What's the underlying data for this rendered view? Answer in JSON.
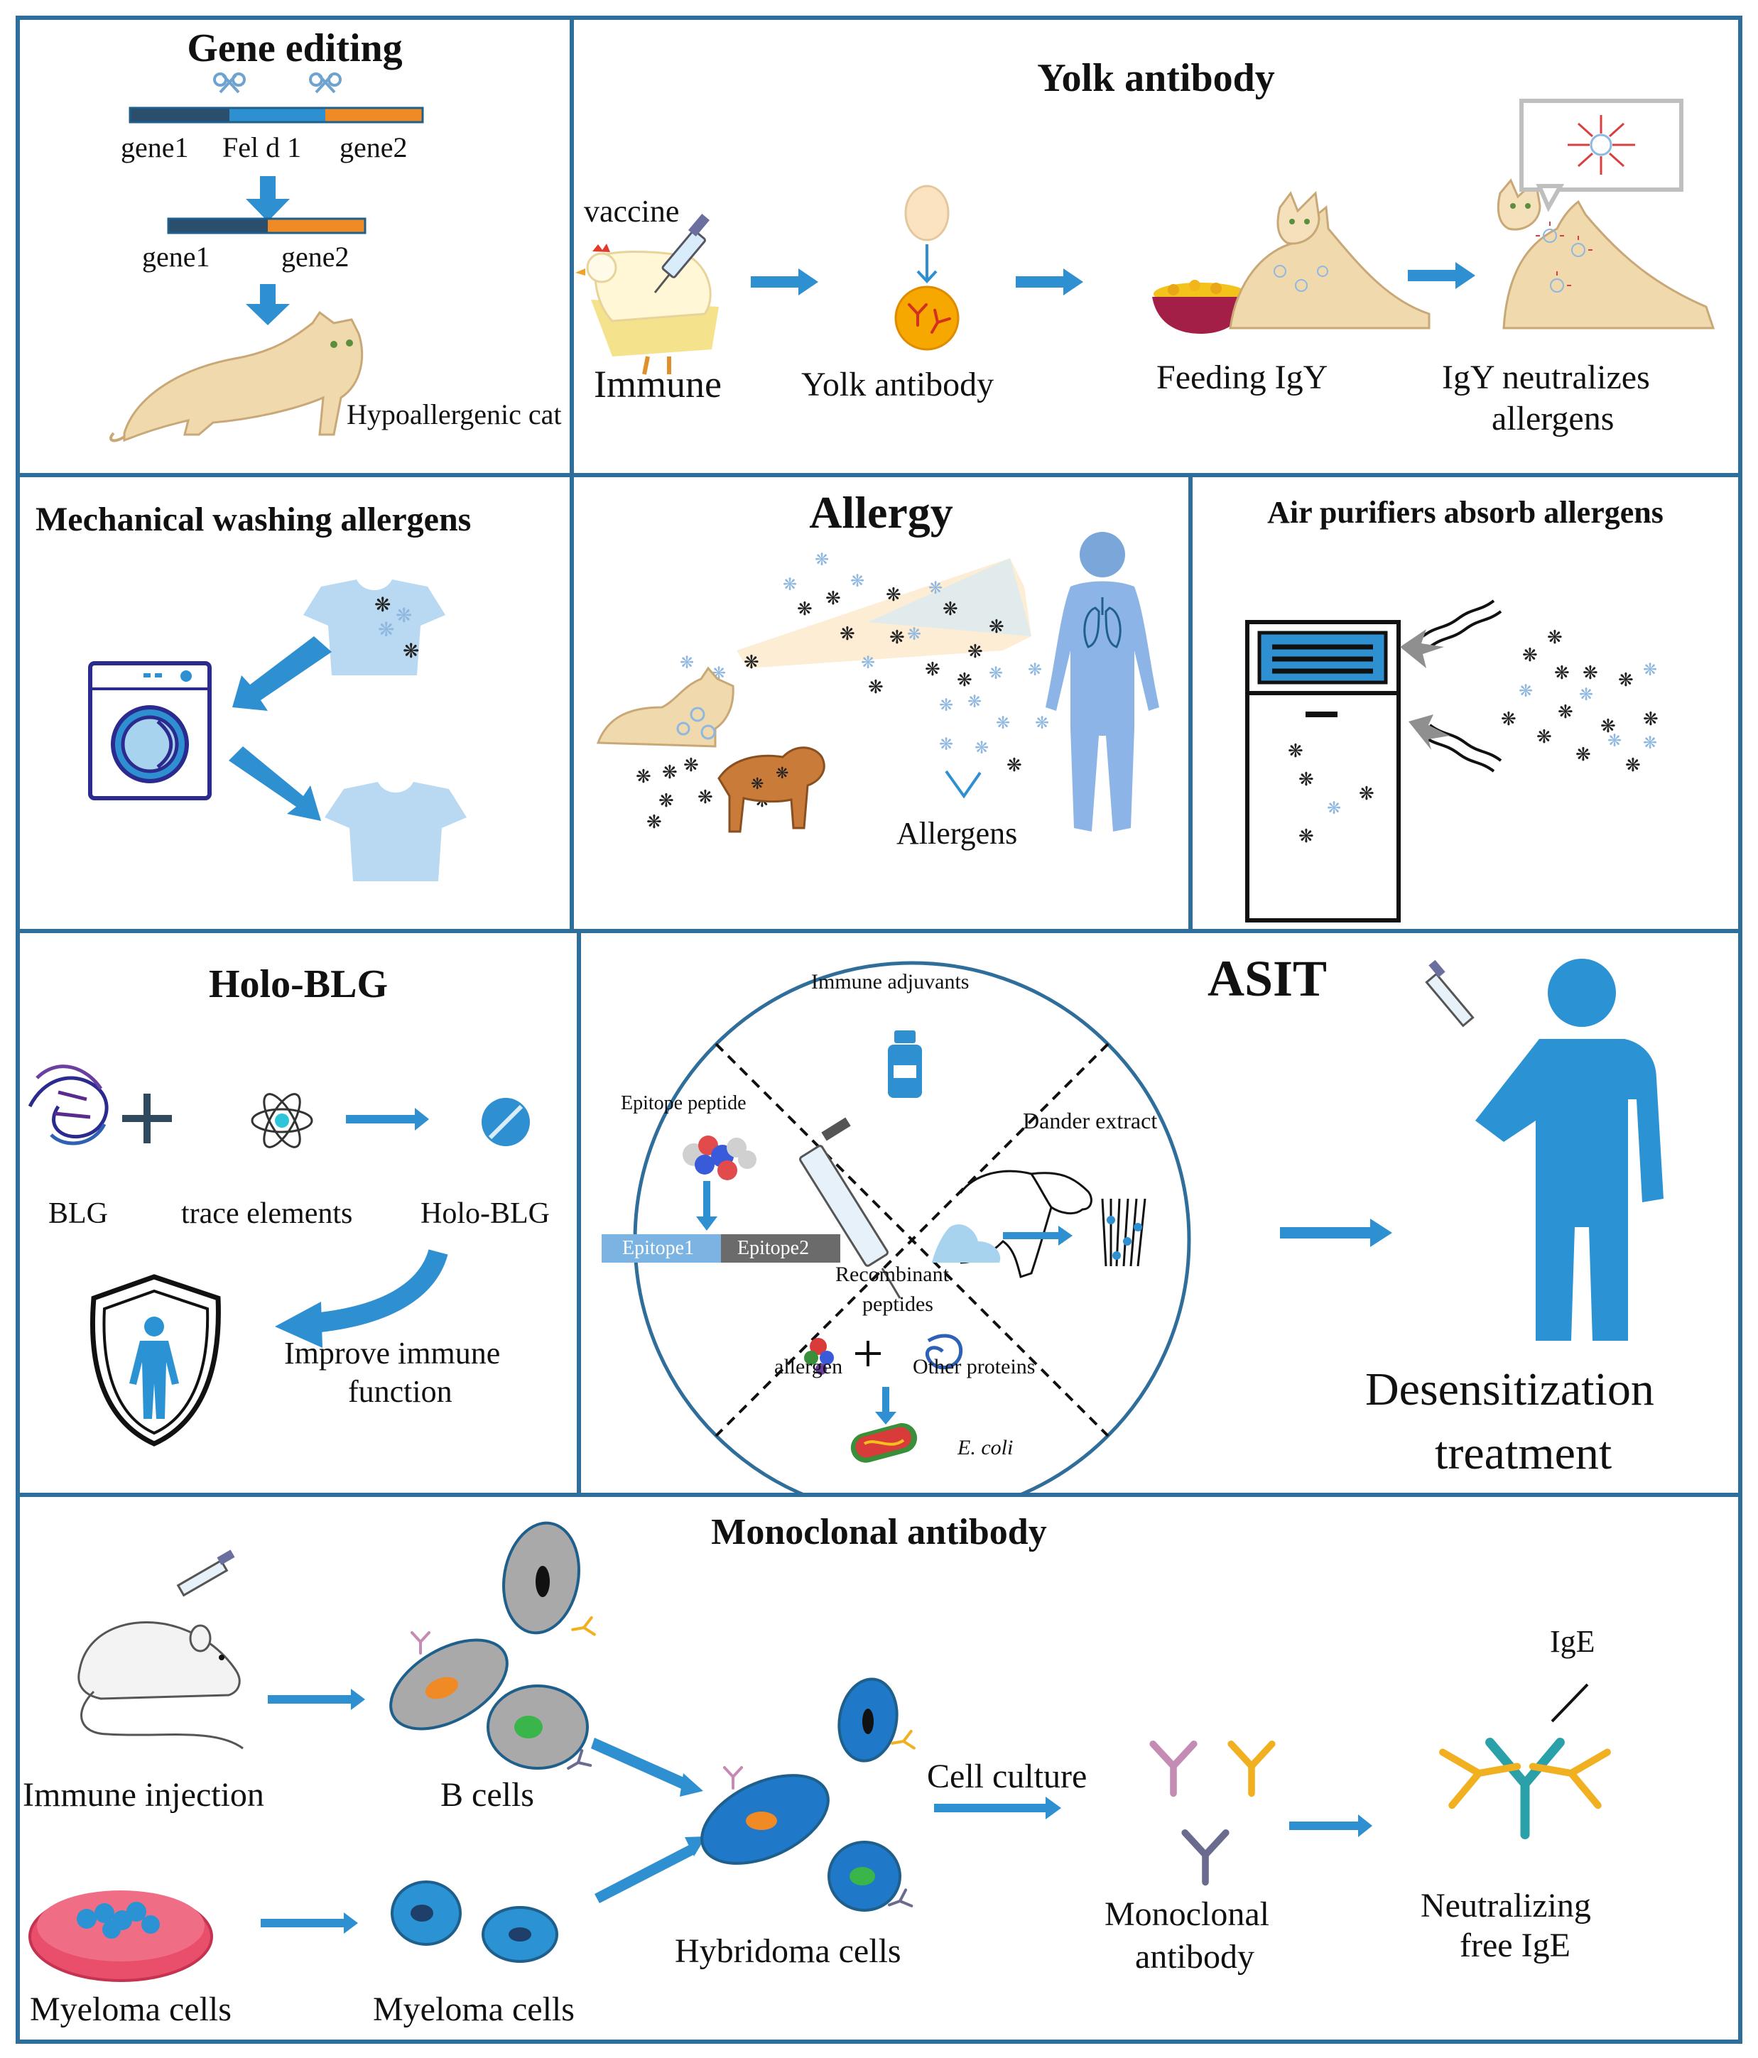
{
  "colors": {
    "border": "#2f6e9b",
    "arrow": "#2e8fd1",
    "dark_blue": "#1f5f8b",
    "orange": "#f08a24",
    "light_blue": "#a8d3ef",
    "person_blue": "#2b93d3",
    "cat_fur": "#f1d9ae",
    "cell_gray": "#a9a9a9"
  },
  "gene_editing": {
    "title": "Gene editing",
    "labels": [
      "gene1",
      "Fel d 1",
      "gene2"
    ],
    "edited_labels": [
      "gene1",
      "gene2"
    ],
    "result": "Hypoallergenic cat",
    "icons": [
      "scissors-icon",
      "cat-icon"
    ]
  },
  "yolk_antibody": {
    "title": "Yolk antibody",
    "vaccine": "vaccine",
    "steps": [
      "Immune",
      "Yolk antibody",
      "Feeding IgY",
      "IgY neutralizes",
      "allergens"
    ],
    "icons": [
      "hen-icon",
      "syringe-icon",
      "egg-icon",
      "food-bowl-icon",
      "cat-icon",
      "antibody-icon"
    ]
  },
  "mechanical": {
    "title": "Mechanical washing allergens",
    "icons": [
      "tshirt-icon",
      "washing-machine-icon"
    ]
  },
  "allergy": {
    "title": "Allergy",
    "allergens": "Allergens",
    "icons": [
      "cat-icon",
      "dog-icon",
      "human-body-icon",
      "lungs-icon",
      "allergen-particle-icon"
    ]
  },
  "air_purifier": {
    "title": "Air purifiers absorb allergens",
    "icons": [
      "air-purifier-icon",
      "airflow-icon"
    ]
  },
  "holo_blg": {
    "title": "Holo-BLG",
    "items": [
      "BLG",
      "trace elements",
      "Holo-BLG"
    ],
    "result_line1": "Improve immune",
    "result_line2": "function",
    "icons": [
      "protein-icon",
      "atom-icon",
      "pill-icon",
      "shield-icon"
    ]
  },
  "asit": {
    "title": "ASIT",
    "adjuvants": "Immune adjuvants",
    "epitope_peptide": "Epitope peptide",
    "epitopes": [
      "Epitope1",
      "Epitope2"
    ],
    "dander": "Dander extract",
    "recombinant_line1": "Recombinant",
    "recombinant_line2": "peptides",
    "allergen": "allergen",
    "other_proteins": "Other proteins",
    "ecoli": "E. coli",
    "treatment_line1": "Desensitization",
    "treatment_line2": "treatment",
    "icons": [
      "vial-icon",
      "syringe-icon",
      "dog-icon",
      "person-icon",
      "bacterium-icon"
    ]
  },
  "monoclonal": {
    "title": "Monoclonal antibody",
    "immune_injection": "Immune injection",
    "b_cells": "B cells",
    "myeloma1": "Myeloma cells",
    "myeloma2": "Myeloma cells",
    "hybridoma": "Hybridoma cells",
    "cell_culture": "Cell culture",
    "mab_line1": "Monoclonal",
    "mab_line2": "antibody",
    "ige": "IgE",
    "neutralizing_line1": "Neutralizing",
    "neutralizing_line2": "free IgE",
    "icons": [
      "mouse-icon",
      "petri-dish-icon",
      "cell-icon",
      "antibody-icon"
    ]
  }
}
